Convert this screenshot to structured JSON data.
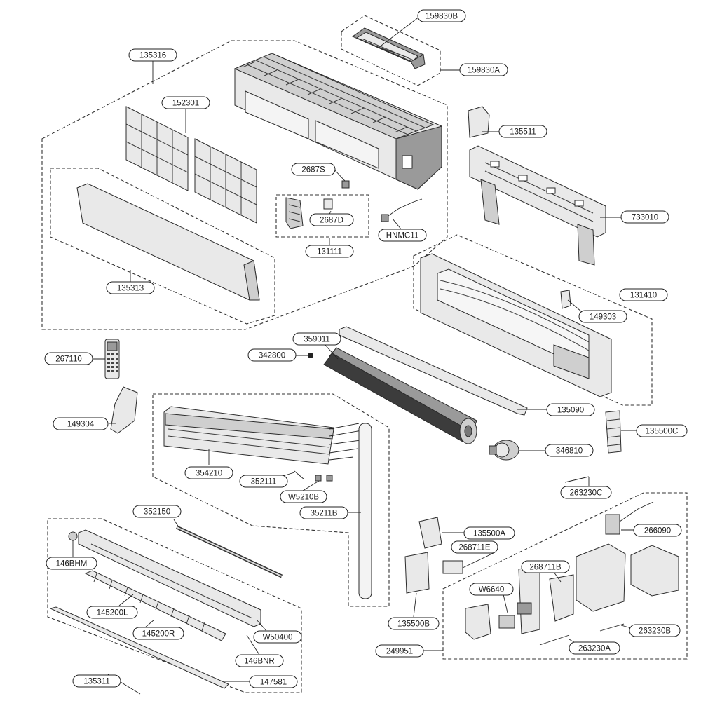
{
  "labels": {
    "l159830B": "159830B",
    "l159830A": "159830A",
    "l135316": "135316",
    "l152301": "152301",
    "l135511": "135511",
    "l2687S": "2687S",
    "l2687D": "2687D",
    "l131111": "131111",
    "lHNMC11": "HNMC11",
    "l733010": "733010",
    "l135313": "135313",
    "l131410": "131410",
    "l149303": "149303",
    "l359011": "359011",
    "l267110": "267110",
    "l342800": "342800",
    "l149304": "149304",
    "l135090": "135090",
    "l135500C": "135500C",
    "l346810": "346810",
    "l354210": "354210",
    "l352111": "352111",
    "lW5210B": "W5210B",
    "l35211B": "35211B",
    "l263230C": "263230C",
    "l352150": "352150",
    "l135500A": "135500A",
    "l266090": "266090",
    "l268711E": "268711E",
    "l146BHM": "146BHM",
    "l268711B": "268711B",
    "lW6640": "W6640",
    "l145200L": "145200L",
    "l145200R": "145200R",
    "lW50400": "W50400",
    "l135500B": "135500B",
    "l263230B": "263230B",
    "l146BNR": "146BNR",
    "l249951": "249951",
    "l263230A": "263230A",
    "l135311": "135311",
    "l147581": "147581"
  }
}
